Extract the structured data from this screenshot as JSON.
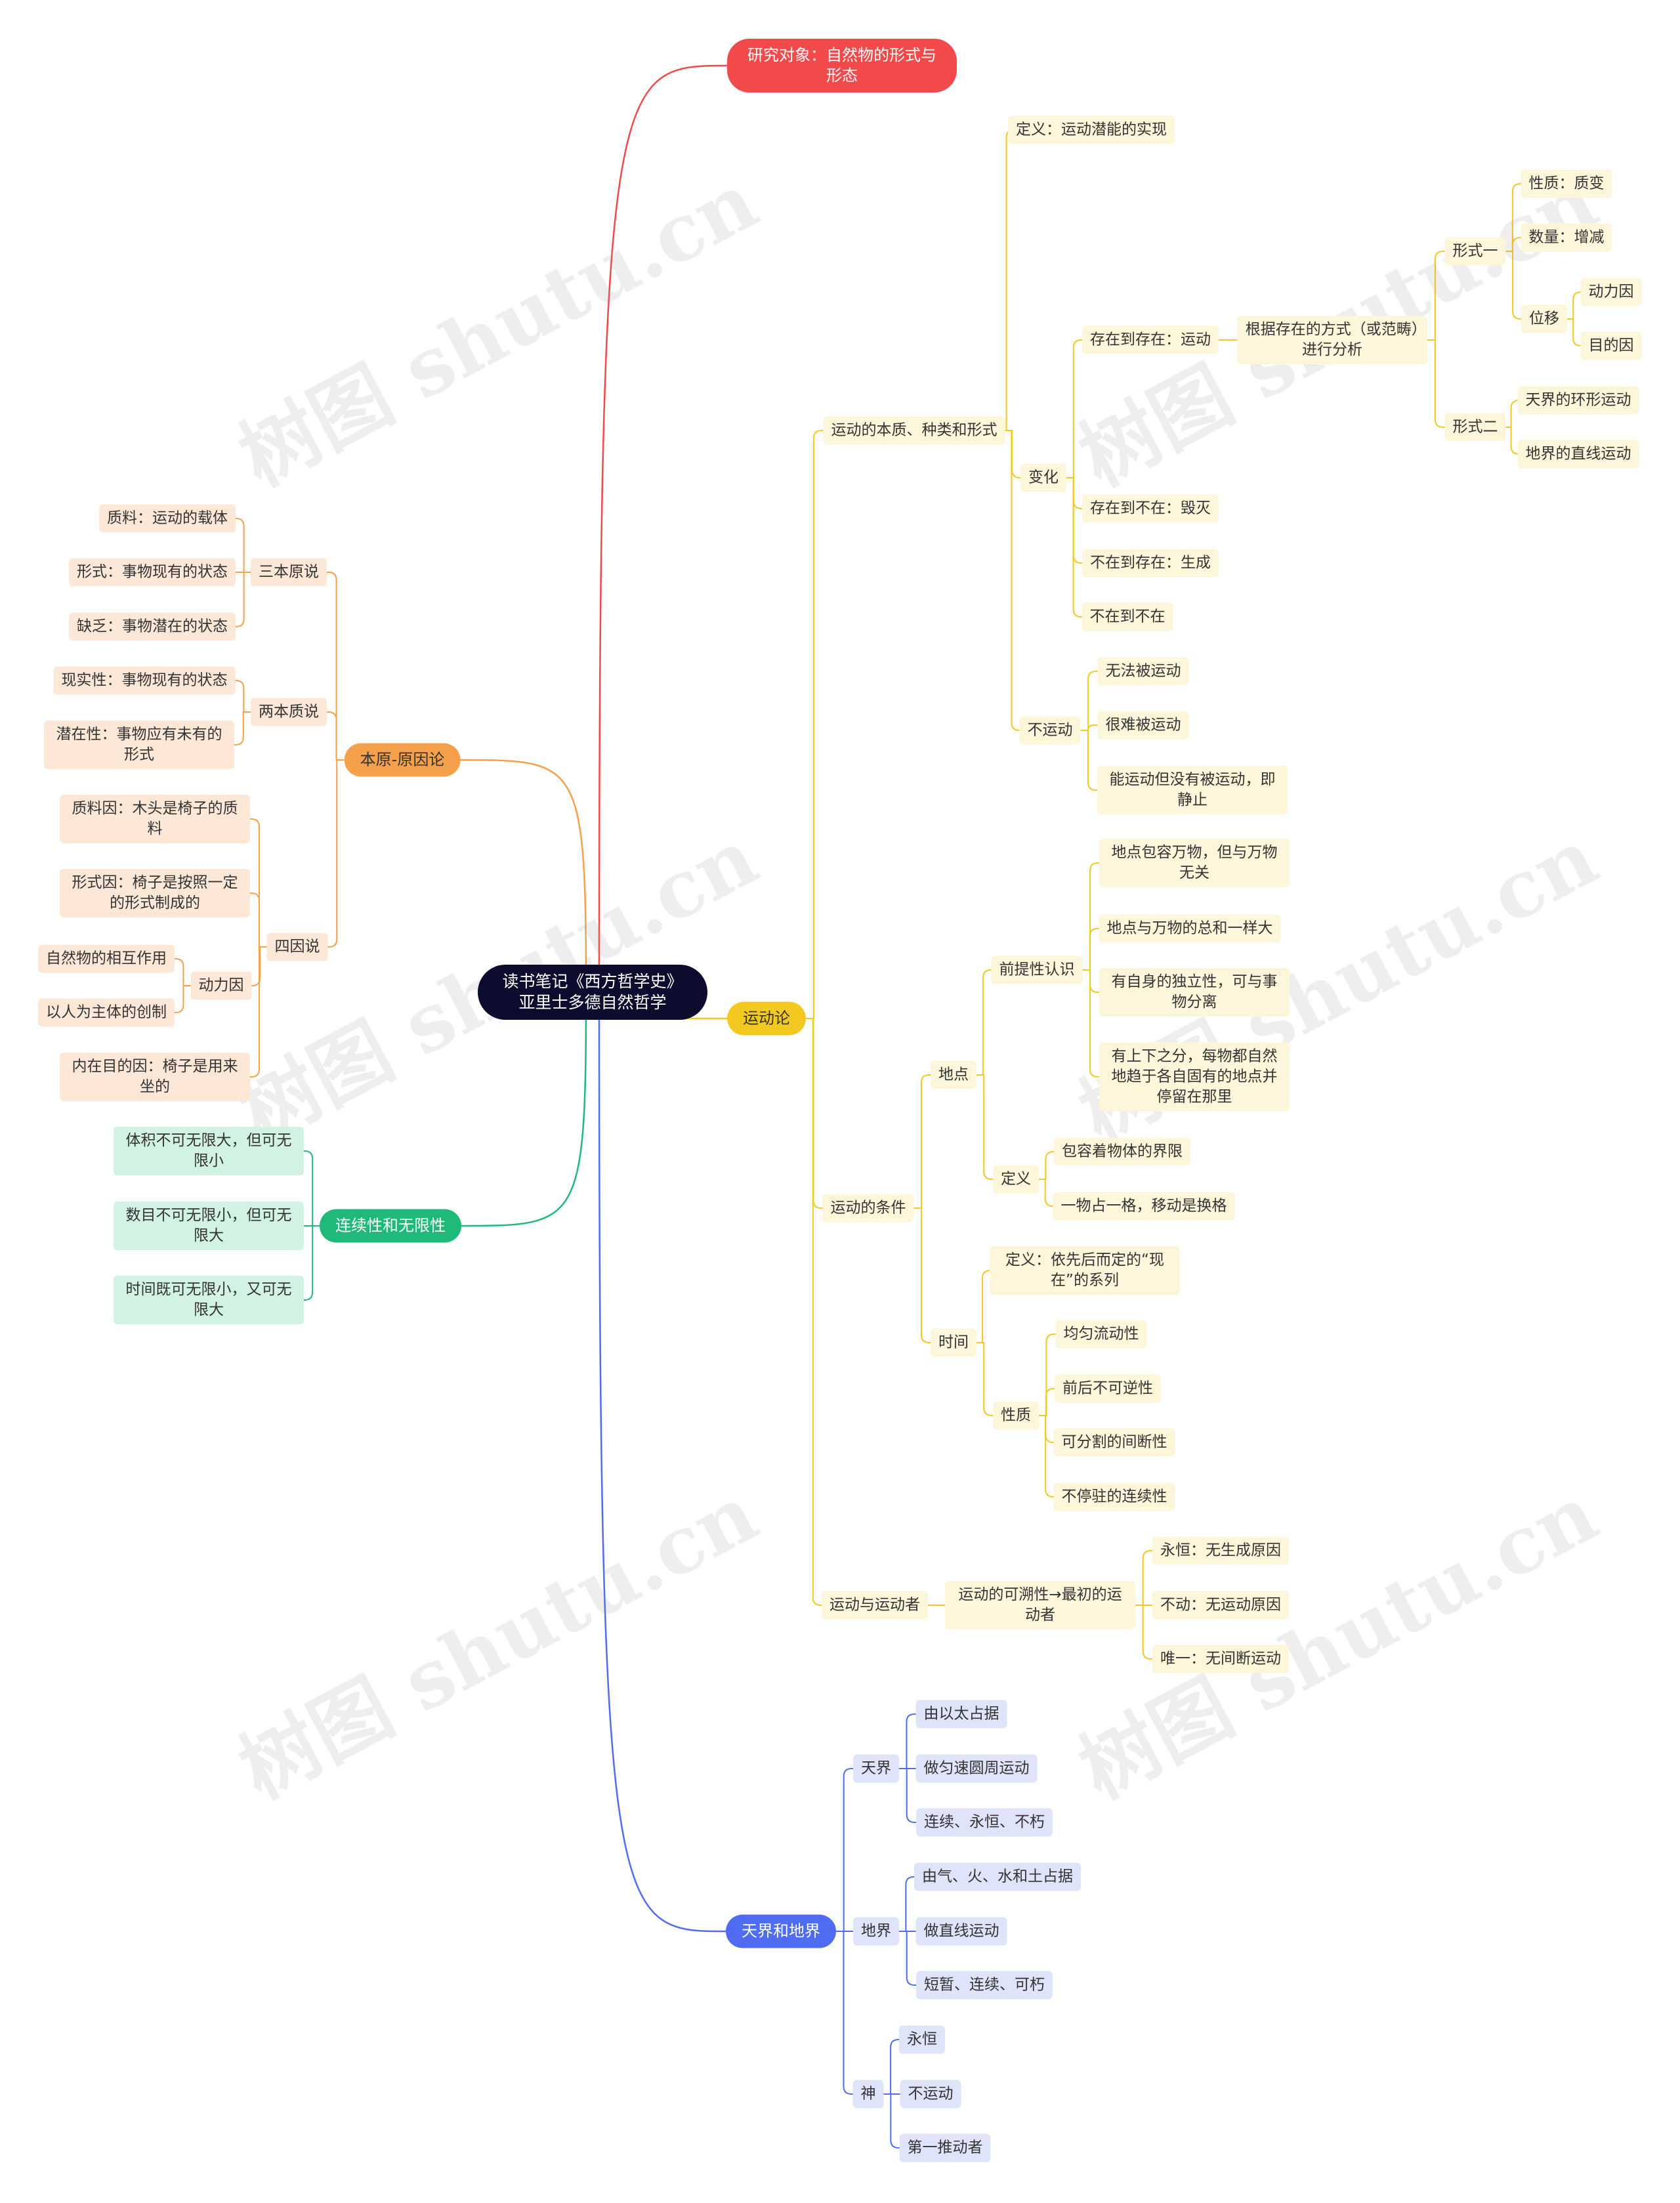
{
  "root": {
    "line1": "读书笔记《西方哲学史》",
    "line2": "亚里士多德自然哲学"
  },
  "colors": {
    "red": "#f2494b",
    "yellow": "#f3c820",
    "orange": "#f5a04a",
    "green": "#1fb97a",
    "blue": "#4f6cf2"
  },
  "watermark": "树图 shutu.cn",
  "branches": {
    "research": {
      "title": "研究对象：自然物的形式与形态"
    },
    "motion": {
      "title": "运动论",
      "nature": {
        "title": "运动的本质、种类和形式",
        "definition": "定义：运动潜能的实现",
        "change": {
          "title": "变化",
          "being_to_being": "存在到存在：运动",
          "analysis": "根据存在的方式（或范畴）进行分析",
          "form1": {
            "title": "形式一",
            "quality": "性质：质变",
            "quantity": "数量：增减",
            "displacement": {
              "title": "位移",
              "efficient": "动力因",
              "final": "目的因"
            }
          },
          "form2": {
            "title": "形式二",
            "celestial": "天界的环形运动",
            "terrestrial": "地界的直线运动"
          },
          "being_to_nonbeing": "存在到不在：毁灭",
          "nonbeing_to_being": "不在到存在：生成",
          "nonbeing_to_nonbeing": "不在到不在"
        },
        "unmoved": {
          "title": "不运动",
          "cannot": "无法被运动",
          "hard": "很难被运动",
          "can_but_still": "能运动但没有被运动，即静止"
        }
      },
      "conditions": {
        "title": "运动的条件",
        "place": {
          "title": "地点",
          "premise": {
            "title": "前提性认识",
            "p1": "地点包容万物，但与万物无关",
            "p2": "地点与万物的总和一样大",
            "p3": "有自身的独立性，可与事物分离",
            "p4": "有上下之分，每物都自然地趋于各自固有的地点并停留在那里"
          },
          "definition": {
            "title": "定义",
            "d1": "包容着物体的界限",
            "d2": "一物占一格，移动是换格"
          }
        },
        "time": {
          "title": "时间",
          "definition": "定义：依先后而定的“现在”的系列",
          "nature": {
            "title": "性质",
            "n1": "均匀流动性",
            "n2": "前后不可逆性",
            "n3": "可分割的间断性",
            "n4": "不停驻的连续性"
          }
        }
      },
      "mover": {
        "title": "运动与运动者",
        "traceback": "运动的可溯性→最初的运动者",
        "eternal": "永恒：无生成原因",
        "unmoved": "不动：无运动原因",
        "unique": "唯一：无间断运动"
      }
    },
    "principle": {
      "title": "本原-原因论",
      "three": {
        "title": "三本原说",
        "matter": "质料：运动的载体",
        "form": "形式：事物现有的状态",
        "lack": "缺乏：事物潜在的状态"
      },
      "two": {
        "title": "两本质说",
        "actuality": "现实性：事物现有的状态",
        "potentiality": "潜在性：事物应有未有的形式"
      },
      "four": {
        "title": "四因说",
        "material": "质料因：木头是椅子的质料",
        "formal": "形式因：椅子是按照一定的形式制成的",
        "efficient": {
          "title": "动力因",
          "e1": "自然物的相互作用",
          "e2": "以人为主体的创制"
        },
        "final": "内在目的因：椅子是用来坐的"
      }
    },
    "continuity": {
      "title": "连续性和无限性",
      "c1": "体积不可无限大，但可无限小",
      "c2": "数目不可无限小，但可无限大",
      "c3": "时间既可无限小，又可无限大"
    },
    "heaven": {
      "title": "天界和地界",
      "celestial": {
        "title": "天界",
        "h1": "由以太占据",
        "h2": "做匀速圆周运动",
        "h3": "连续、永恒、不朽"
      },
      "terrestrial": {
        "title": "地界",
        "t1": "由气、火、水和土占据",
        "t2": "做直线运动",
        "t3": "短暂、连续、可朽"
      },
      "god": {
        "title": "神",
        "g1": "永恒",
        "g2": "不运动",
        "g3": "第一推动者"
      }
    }
  }
}
